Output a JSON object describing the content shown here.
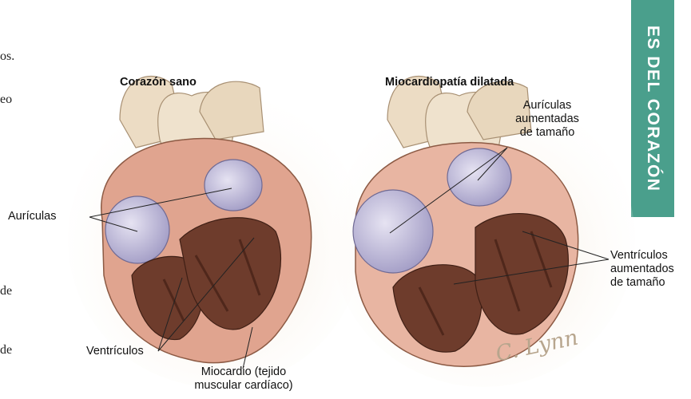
{
  "side_tab": {
    "label": "ES DEL CORAZÓN",
    "color": "#4a9f8c"
  },
  "body_text_fragments": [
    "os.",
    "eo",
    "de",
    "de"
  ],
  "diagram": {
    "left_title": "Corazón sano",
    "right_title": "Miocardiopatía dilatada",
    "labels": {
      "auriculas": "Aurículas",
      "ventriculos": "Ventrículos",
      "miocardio_line1": "Miocardio (tejido",
      "miocardio_line2": "muscular cardíaco)",
      "auriculas_aumentadas": [
        "Aurículas",
        "aumentadas",
        "de tamaño"
      ],
      "ventriculos_aumentados": [
        "Ventrículos",
        "aumentados",
        "de tamaño"
      ]
    },
    "signature": "C. Lynn",
    "colors": {
      "muscle": "#e0a48f",
      "ventricle": "#6e3c2c",
      "atrium": "#b7b2d3",
      "vessel": "#ecdcc4"
    }
  }
}
